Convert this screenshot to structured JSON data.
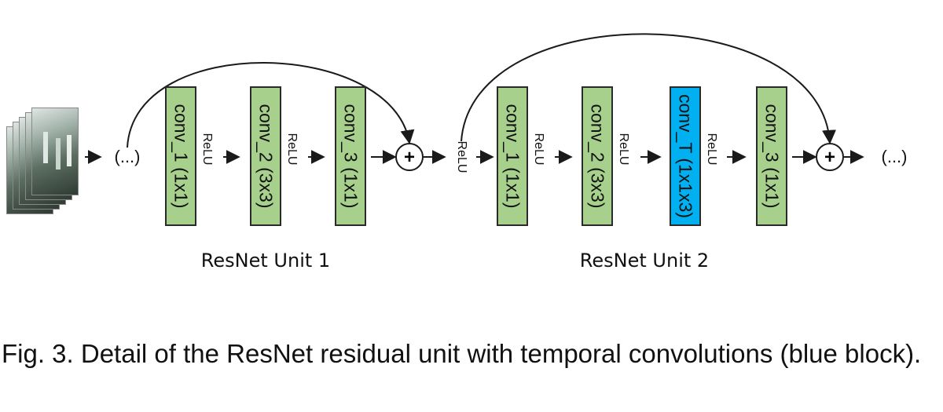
{
  "colors": {
    "conv": "#a8d08d",
    "temporal": "#00b0f0",
    "line": "#1a1a1a"
  },
  "input": {
    "icon": "video-frame-stack-icon"
  },
  "ellipsis_left": "(...)",
  "ellipsis_right": "(...)",
  "units": [
    {
      "label": "ResNet Unit 1",
      "blocks": [
        {
          "label": "conv_1 (1x1)",
          "kind": "conv"
        },
        {
          "label": "conv_2 (3x3)",
          "kind": "conv"
        },
        {
          "label": "conv_3 (1x1)",
          "kind": "conv"
        }
      ],
      "relus": [
        "ReLU",
        "ReLU"
      ]
    },
    {
      "label": "ResNet Unit 2",
      "blocks": [
        {
          "label": "conv_1 (1x1)",
          "kind": "conv"
        },
        {
          "label": "conv_2 (3x3)",
          "kind": "conv"
        },
        {
          "label": "conv_T (1x1x3)",
          "kind": "temporal"
        },
        {
          "label": "conv_3 (1x1)",
          "kind": "conv"
        }
      ],
      "relus": [
        "ReLU",
        "ReLU",
        "ReLU"
      ]
    }
  ],
  "between_relu": "ReLU",
  "add_symbol": "+",
  "caption": "Fig. 3. Detail of the ResNet residual unit with temporal convolutions (blue block)."
}
